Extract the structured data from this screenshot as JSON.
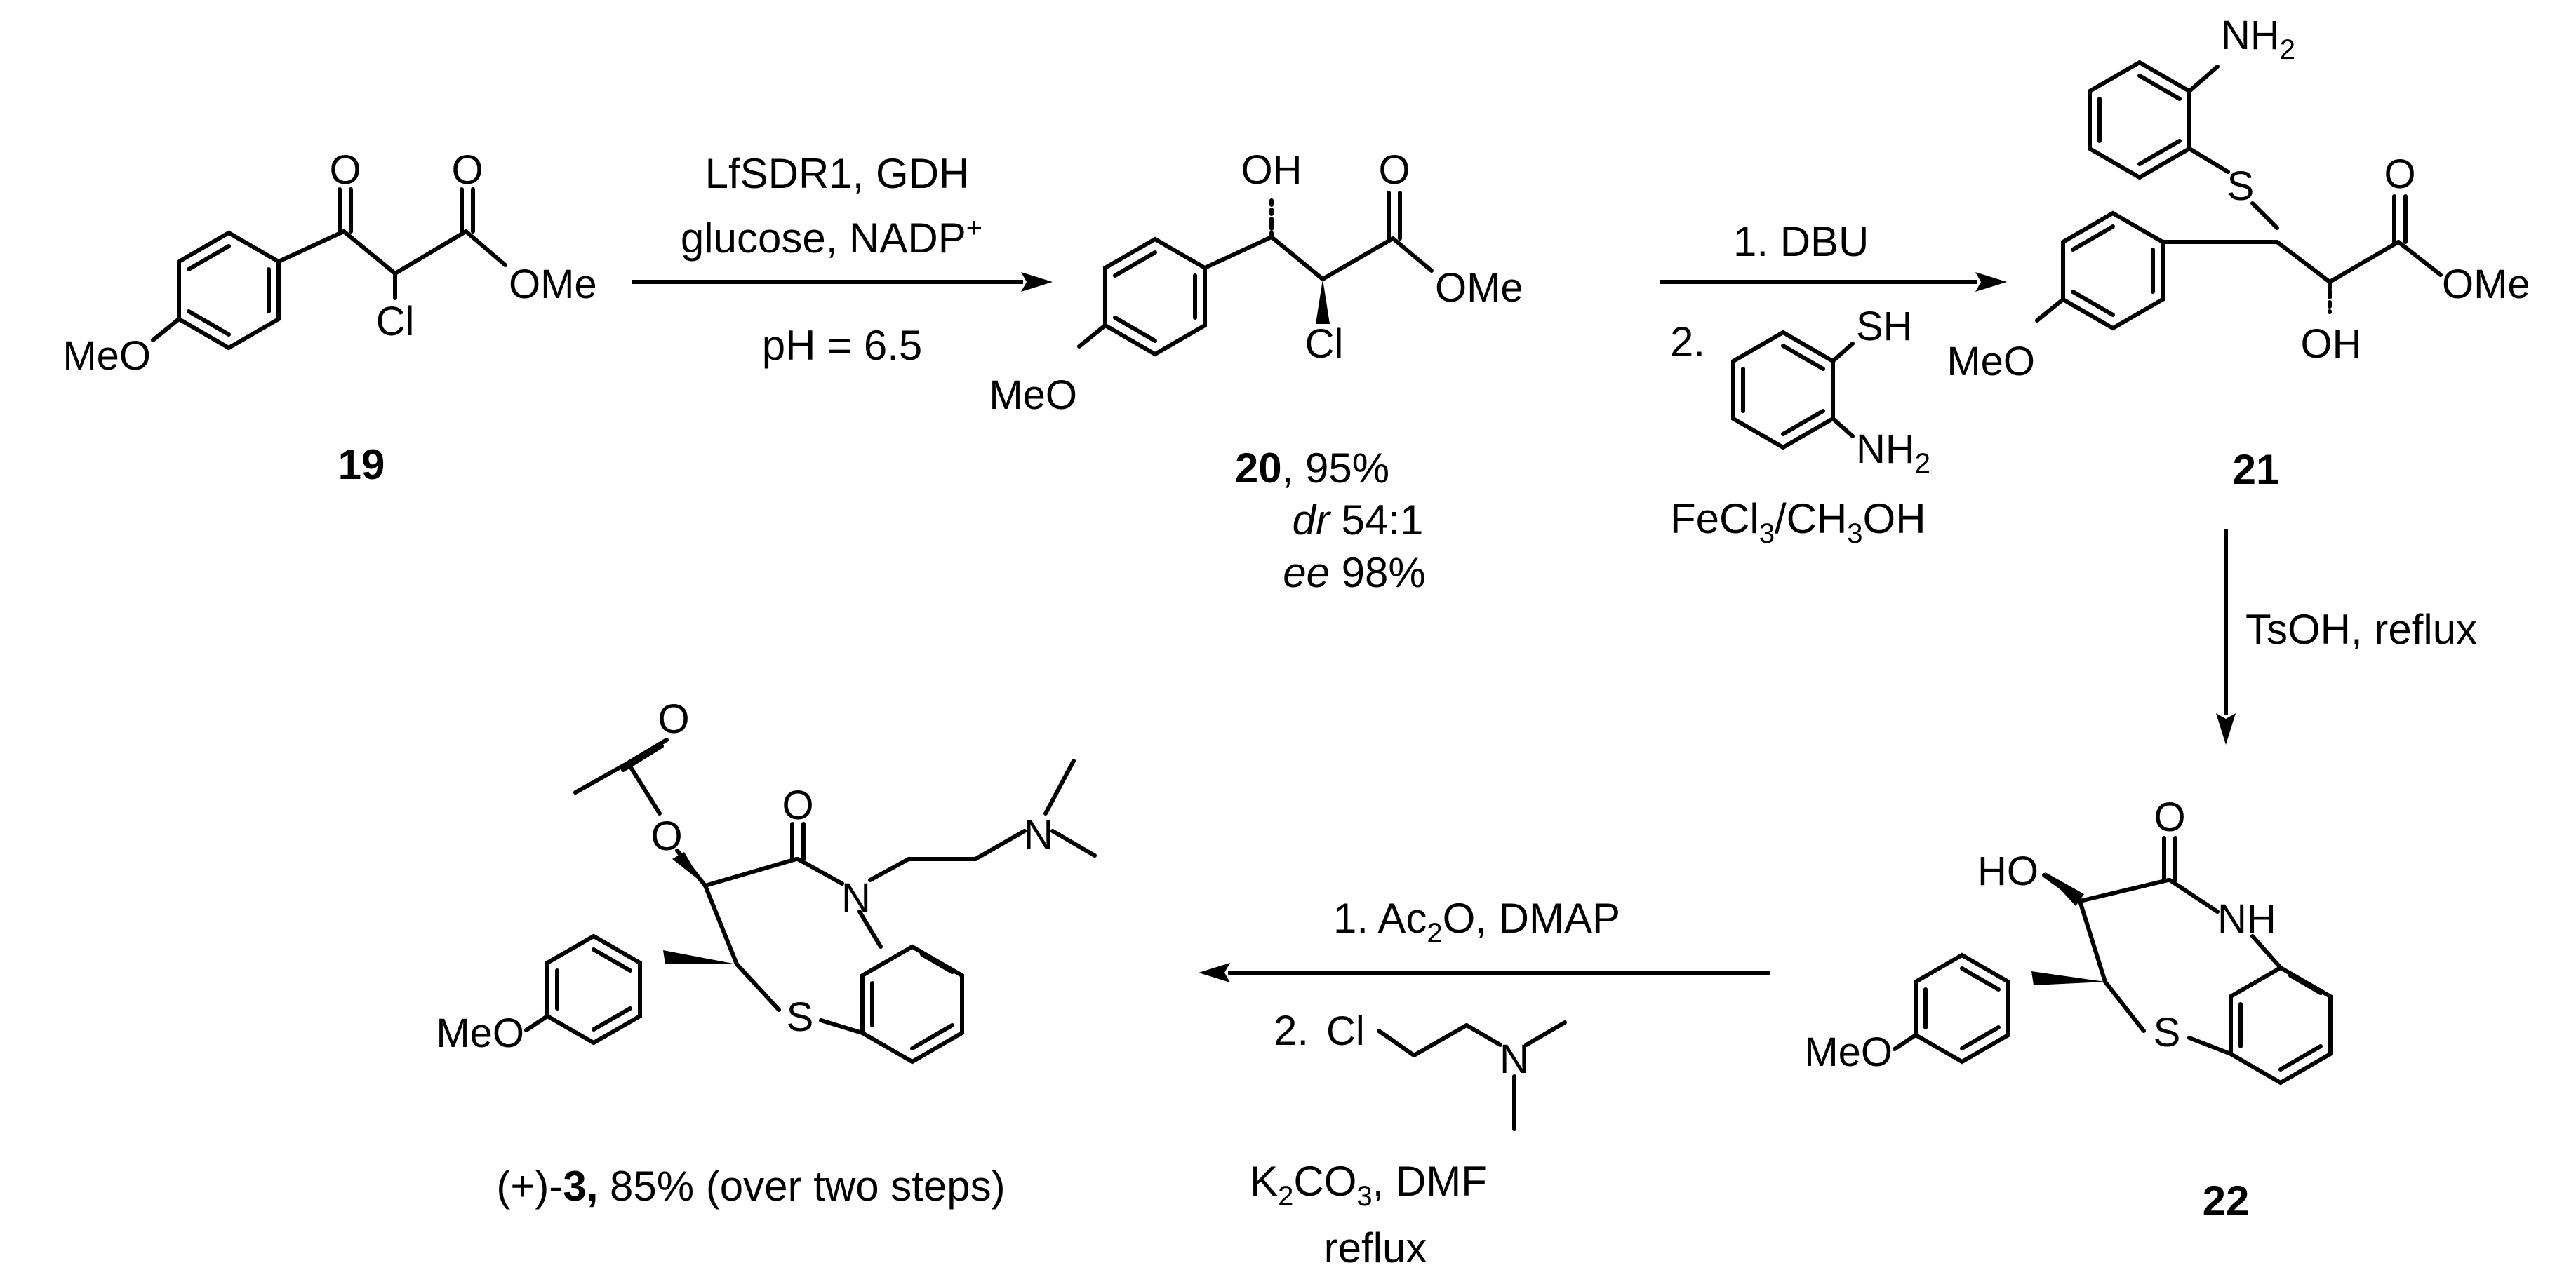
{
  "compounds": {
    "c19": {
      "label": "19"
    },
    "c20": {
      "label": "20",
      "yield_text": ", 95%",
      "dr_prefix": "dr",
      "dr_value": " 54:1",
      "ee_prefix": "ee",
      "ee_value": " 98%"
    },
    "c21": {
      "label": "21"
    },
    "c22": {
      "label": "22"
    },
    "c3": {
      "prefix": "(+)-",
      "label": "3,",
      "yield_text": " 85% (over two steps)"
    }
  },
  "atoms": {
    "O": "O",
    "OMe": "OMe",
    "Cl": "Cl",
    "MeO": "MeO",
    "OH": "OH",
    "S": "S",
    "NH2": "NH",
    "sub2": "2",
    "HO": "HO",
    "NH": "NH",
    "N": "N",
    "SH": "SH"
  },
  "steps": {
    "step1": {
      "line1": "LfSDR1, GDH",
      "line2_a": "glucose, NADP",
      "line2_sup": "+",
      "line3": "pH = 6.5"
    },
    "step2": {
      "line1": "1. DBU",
      "line2": "2.",
      "line3_a": "FeCl",
      "line3_sub1": "3",
      "line3_b": "/CH",
      "line3_sub2": "3",
      "line3_c": "OH"
    },
    "step3": {
      "line1": "TsOH, reflux"
    },
    "step4": {
      "line1_a": "1. Ac",
      "line1_sub": "2",
      "line1_b": "O, DMAP",
      "line2": "2.",
      "line3_a": "K",
      "line3_sub1": "2",
      "line3_b": "CO",
      "line3_sub2": "3",
      "line3_c": ", DMF",
      "line4": "reflux"
    }
  }
}
